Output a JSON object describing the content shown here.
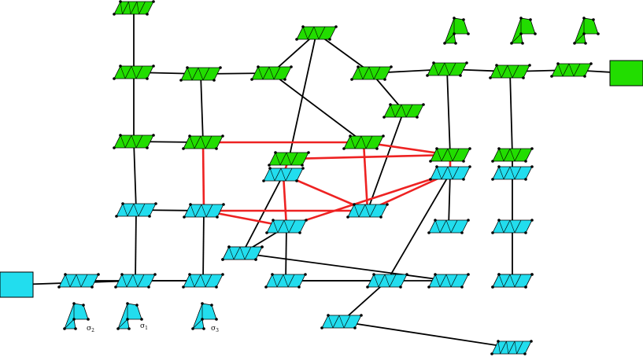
{
  "colors": {
    "green": "#22dd00",
    "cyan": "#22ddee",
    "black_edge": "#000000",
    "red_edge": "#ee2222"
  },
  "labels": [
    {
      "id": "sigma-2",
      "text": "σ",
      "sub": "2"
    },
    {
      "id": "sigma-1",
      "text": "σ",
      "sub": "1"
    },
    {
      "id": "sigma-3",
      "text": "σ",
      "sub": "3"
    }
  ],
  "left_endpoint": {
    "id": "left-endpoint",
    "color": "cyan"
  },
  "right_endpoint": {
    "id": "right-endpoint",
    "color": "green"
  },
  "black_edges": [
    [
      "g-top",
      "g1"
    ],
    [
      "g1",
      "g2"
    ],
    [
      "g2",
      "g3"
    ],
    [
      "g1",
      "g5"
    ],
    [
      "g5",
      "c1"
    ],
    [
      "g2",
      "g6"
    ],
    [
      "g6",
      "c2"
    ],
    [
      "g3",
      "g-apex"
    ],
    [
      "g-apex",
      "g4"
    ],
    [
      "g3",
      "g7"
    ],
    [
      "g-apex",
      "g8"
    ],
    [
      "g4",
      "g9"
    ],
    [
      "g9",
      "g10"
    ],
    [
      "g10",
      "g11"
    ],
    [
      "g11",
      "r-end"
    ],
    [
      "g4",
      "g-mid"
    ],
    [
      "g9",
      "g12"
    ],
    [
      "g10",
      "g13"
    ],
    [
      "g5",
      "g6"
    ],
    [
      "c1",
      "c2"
    ],
    [
      "c1",
      "c6"
    ],
    [
      "c2",
      "c7"
    ],
    [
      "c6",
      "c7"
    ],
    [
      "c7",
      "c8"
    ],
    [
      "l-end",
      "c6"
    ],
    [
      "g-mid",
      "c4"
    ],
    [
      "c3",
      "c5"
    ],
    [
      "c5",
      "c9"
    ],
    [
      "c9",
      "c13"
    ],
    [
      "c5",
      "c10"
    ],
    [
      "c10",
      "c13"
    ],
    [
      "c10",
      "c11"
    ],
    [
      "c11",
      "c12"
    ],
    [
      "c12",
      "c-bot"
    ],
    [
      "c11",
      "c15"
    ],
    [
      "c14",
      "c15"
    ],
    [
      "c-l",
      "c3"
    ],
    [
      "g12",
      "c15"
    ],
    [
      "g13",
      "c16"
    ],
    [
      "c16",
      "c17"
    ],
    [
      "c17",
      "c18"
    ],
    [
      "c18",
      "c-end"
    ]
  ],
  "red_edges": [
    [
      "g6",
      "g7"
    ],
    [
      "g7",
      "g12"
    ],
    [
      "g6",
      "c2"
    ],
    [
      "g7",
      "c4"
    ],
    [
      "c2",
      "c4"
    ],
    [
      "c4",
      "c15"
    ],
    [
      "c2",
      "c5"
    ],
    [
      "c5",
      "c15"
    ],
    [
      "g8",
      "g12"
    ],
    [
      "g8",
      "c3"
    ],
    [
      "c3",
      "c4"
    ],
    [
      "c3",
      "c5"
    ],
    [
      "g12",
      "c15"
    ]
  ],
  "nodes": [
    {
      "id": "g-top",
      "color": "green"
    },
    {
      "id": "g1",
      "color": "green"
    },
    {
      "id": "g2",
      "color": "green"
    },
    {
      "id": "g3",
      "color": "green"
    },
    {
      "id": "g-apex",
      "color": "green"
    },
    {
      "id": "g4",
      "color": "green"
    },
    {
      "id": "g-mid",
      "color": "green"
    },
    {
      "id": "g9",
      "color": "green"
    },
    {
      "id": "g10",
      "color": "green"
    },
    {
      "id": "g11",
      "color": "green"
    },
    {
      "id": "g5",
      "color": "green"
    },
    {
      "id": "g6",
      "color": "green"
    },
    {
      "id": "g7",
      "color": "green"
    },
    {
      "id": "g8",
      "color": "green"
    },
    {
      "id": "g12",
      "color": "green"
    },
    {
      "id": "g13",
      "color": "green"
    },
    {
      "id": "g-pair-l",
      "color": "green"
    },
    {
      "id": "g-pair-m",
      "color": "green"
    },
    {
      "id": "g-pair-r",
      "color": "green"
    },
    {
      "id": "c1",
      "color": "cyan"
    },
    {
      "id": "c2",
      "color": "cyan"
    },
    {
      "id": "c3",
      "color": "cyan"
    },
    {
      "id": "c4",
      "color": "cyan"
    },
    {
      "id": "c5",
      "color": "cyan"
    },
    {
      "id": "c6",
      "color": "cyan"
    },
    {
      "id": "c7",
      "color": "cyan"
    },
    {
      "id": "c8",
      "color": "cyan"
    },
    {
      "id": "c9",
      "color": "cyan"
    },
    {
      "id": "c10",
      "color": "cyan"
    },
    {
      "id": "c11",
      "color": "cyan"
    },
    {
      "id": "c12",
      "color": "cyan"
    },
    {
      "id": "c13",
      "color": "cyan"
    },
    {
      "id": "c14",
      "color": "cyan"
    },
    {
      "id": "c15",
      "color": "cyan"
    },
    {
      "id": "c16",
      "color": "cyan"
    },
    {
      "id": "c17",
      "color": "cyan"
    },
    {
      "id": "c18",
      "color": "cyan"
    },
    {
      "id": "c-l",
      "color": "cyan"
    },
    {
      "id": "c-bot",
      "color": "cyan"
    },
    {
      "id": "c-end",
      "color": "cyan"
    },
    {
      "id": "c-sig2",
      "color": "cyan"
    },
    {
      "id": "c-sig1",
      "color": "cyan"
    },
    {
      "id": "c-sig3",
      "color": "cyan"
    }
  ]
}
